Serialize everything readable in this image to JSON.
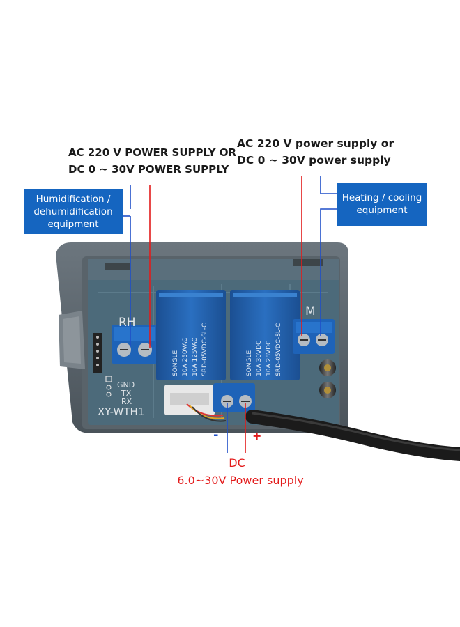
{
  "labels": {
    "left_supply_line1": "AC 220 V POWER SUPPLY OR",
    "left_supply_line2": "DC 0 ~ 30V POWER SUPPLY",
    "right_supply_line1": "AC 220 V power supply or",
    "right_supply_line2": "DC 0 ~ 30V power supply",
    "humid_box_line1": "Humidification /",
    "humid_box_line2": "dehumidification",
    "humid_box_line3": "equipment",
    "heat_box_line1": "Heating / cooling",
    "heat_box_line2": "equipment",
    "minus_sign": "-",
    "plus_sign": "+",
    "dc_label": "DC",
    "dc_range": "6.0~30V Power supply"
  },
  "board": {
    "rh_text": "RH",
    "m_text": "M",
    "model_text": "XY-WTH1",
    "pins": [
      "GND",
      "TX",
      "RX"
    ],
    "relay_brand": "SONGLE",
    "relay_model": "SRD-05VDC-SL-C",
    "relay_rating1": "10A 250VAC",
    "relay_rating2": "10A 125VAC",
    "relay_rating3": "10A 30VDC",
    "relay_rating4": "10A 28VDC"
  },
  "colors": {
    "box_blue": "#1565c0",
    "wire_red": "#e31b1b",
    "wire_blue": "#1f4fc8",
    "housing": "#5f6970",
    "pcb": "#4a6878",
    "relay": "#1f5ea8",
    "terminal": "#1e63b8"
  }
}
